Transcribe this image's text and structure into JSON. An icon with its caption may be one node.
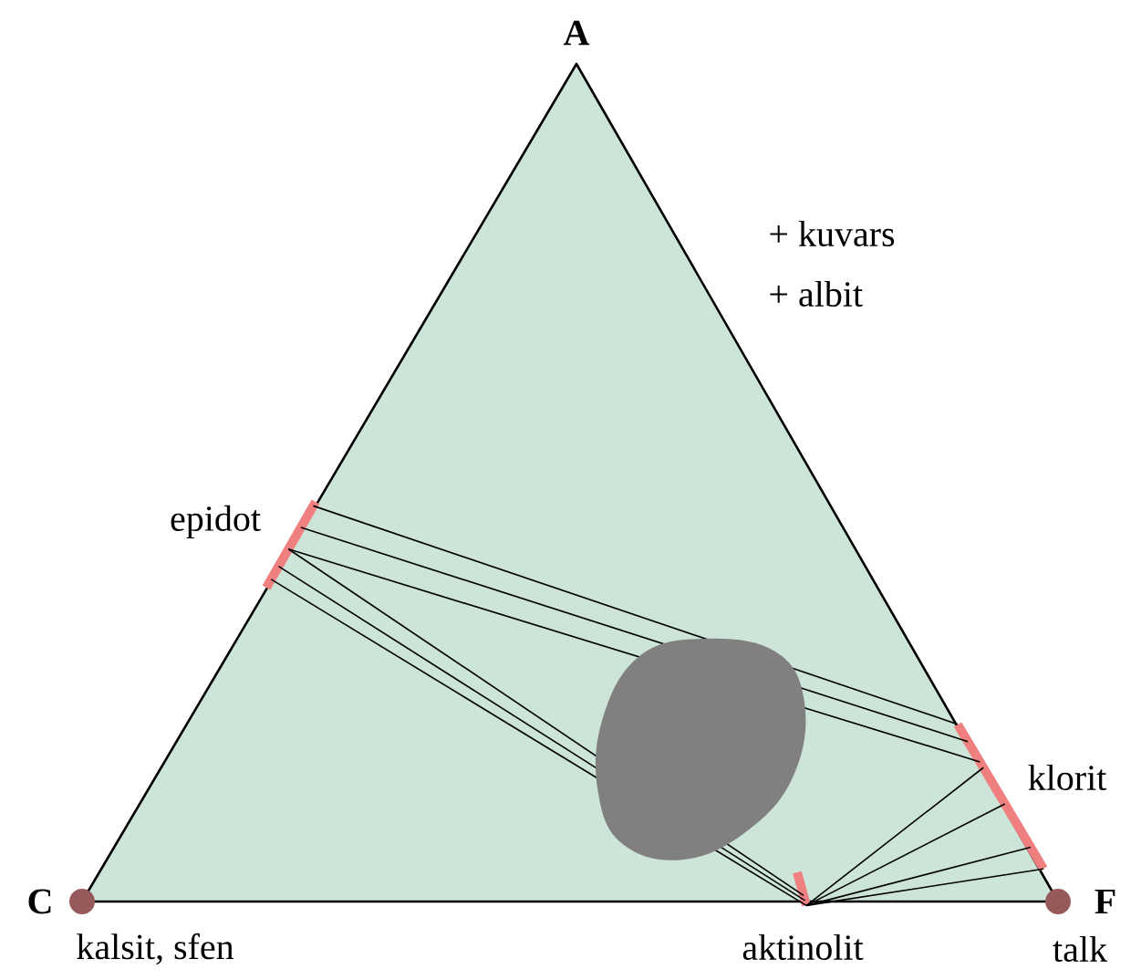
{
  "diagram": {
    "nodes": [
      {
        "text": [
          "epidot"
        ]
      },
      {
        "text": [
          "klorit"
        ]
      },
      {
        "text": [
          "aktinolit"
        ]
      }
    ],
    "edges": [
      {
        "from": 0,
        "to": 1,
        "arrow": "none"
      },
      {
        "from": 0,
        "to": 1,
        "arrow": "none"
      },
      {
        "from": 0,
        "to": 1,
        "arrow": "none"
      },
      {
        "from": 0,
        "to": 2,
        "arrow": "none"
      },
      {
        "from": 0,
        "to": 2,
        "arrow": "none"
      },
      {
        "from": 0,
        "to": 2,
        "arrow": "none"
      },
      {
        "from": 2,
        "to": 1,
        "arrow": "none"
      },
      {
        "from": 2,
        "to": 1,
        "arrow": "none"
      },
      {
        "from": 2,
        "to": 1,
        "arrow": "none"
      },
      {
        "from": 2,
        "to": 1,
        "arrow": "none"
      }
    ],
    "labels": [
      "A",
      "+ kuvars",
      "+ albit",
      "C",
      "F",
      "kalsit, sfen",
      "talk"
    ]
  }
}
